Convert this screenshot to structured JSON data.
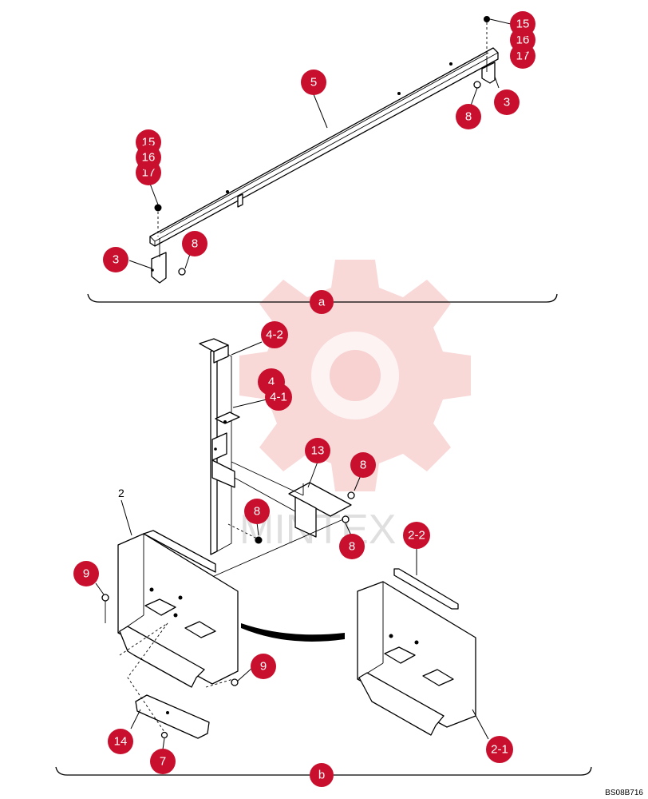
{
  "watermark_text": "MINTEX",
  "reference_code": "BS08B716",
  "section_labels": {
    "a": "a",
    "b": "b"
  },
  "callouts": {
    "c15_top": "15",
    "c16_top": "16",
    "c17_top": "17",
    "c5": "5",
    "c3_right": "3",
    "c8_right": "8",
    "c15_left": "15",
    "c16_left": "16",
    "c17_left": "17",
    "c8_left": "8",
    "c3_left": "3",
    "c4_2": "4-2",
    "c4": "4",
    "c4_1": "4-1",
    "c13": "13",
    "c8_b1": "8",
    "c8_b2": "8",
    "c8_b3": "8",
    "c2_2": "2-2",
    "c9_left": "9",
    "c9_right": "9",
    "c14": "14",
    "c7": "7",
    "c2_1": "2-1"
  },
  "plain_labels": {
    "l2": "2"
  }
}
